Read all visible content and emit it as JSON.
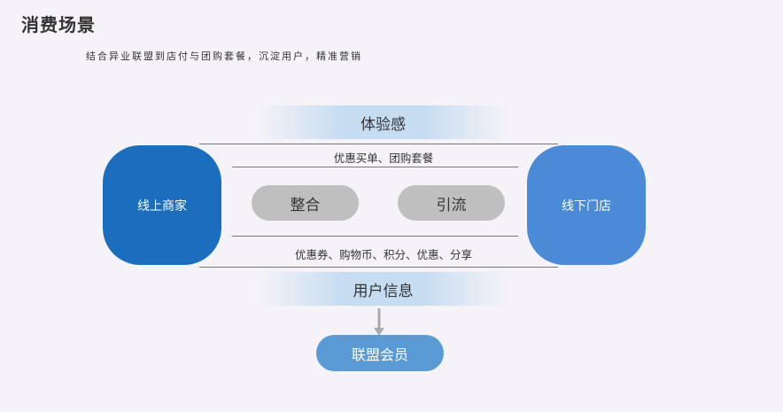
{
  "header": {
    "title": "消费场景",
    "subtitle": "结合异业联盟到店付与团购套餐，沉淀用户，精准营销"
  },
  "diagram": {
    "top_band": "体验感",
    "top_detail": "优惠买单、团购套餐",
    "left_node": "线上商家",
    "right_node": "线下门店",
    "center_left": "整合",
    "center_right": "引流",
    "bottom_detail": "优惠券、购物币、积分、优惠、分享",
    "bottom_band": "用户信息",
    "result_node": "联盟会员"
  },
  "colors": {
    "left_node": "#1a6ebd",
    "right_node": "#4a8ad6",
    "result_node": "#5b9bd5",
    "center_pill": "#bfbfbf"
  }
}
